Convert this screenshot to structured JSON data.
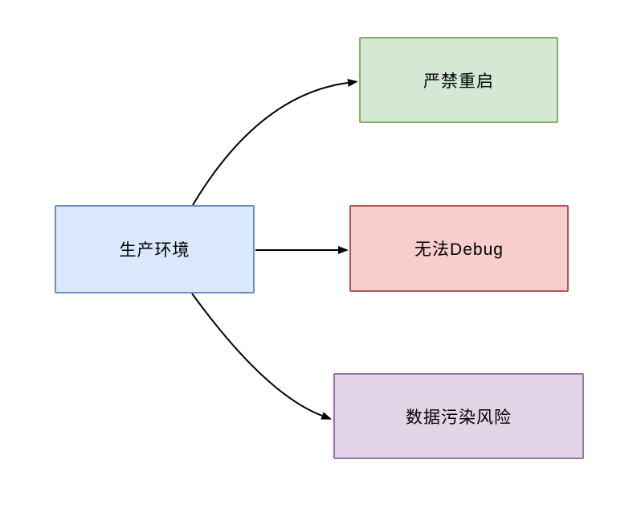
{
  "diagram": {
    "background": "#ffffff",
    "arrow_color": "#000000",
    "nodes": {
      "production": {
        "label": "生产环境",
        "fill": "#dae8fc",
        "border": "#6c8ebf"
      },
      "no_restart": {
        "label": "严禁重启",
        "fill": "#d5e8d4",
        "border": "#82b366"
      },
      "no_debug": {
        "label": "无法Debug",
        "fill": "#f8cecc",
        "border": "#b85450"
      },
      "data_pollution": {
        "label": "数据污染风险",
        "fill": "#e1d5e7",
        "border": "#9673a6"
      }
    },
    "edges": [
      {
        "from": "生产环境",
        "to": "严禁重启",
        "shape": "curved-up"
      },
      {
        "from": "生产环境",
        "to": "无法Debug",
        "shape": "straight"
      },
      {
        "from": "生产环境",
        "to": "数据污染风险",
        "shape": "curved-down"
      }
    ]
  }
}
